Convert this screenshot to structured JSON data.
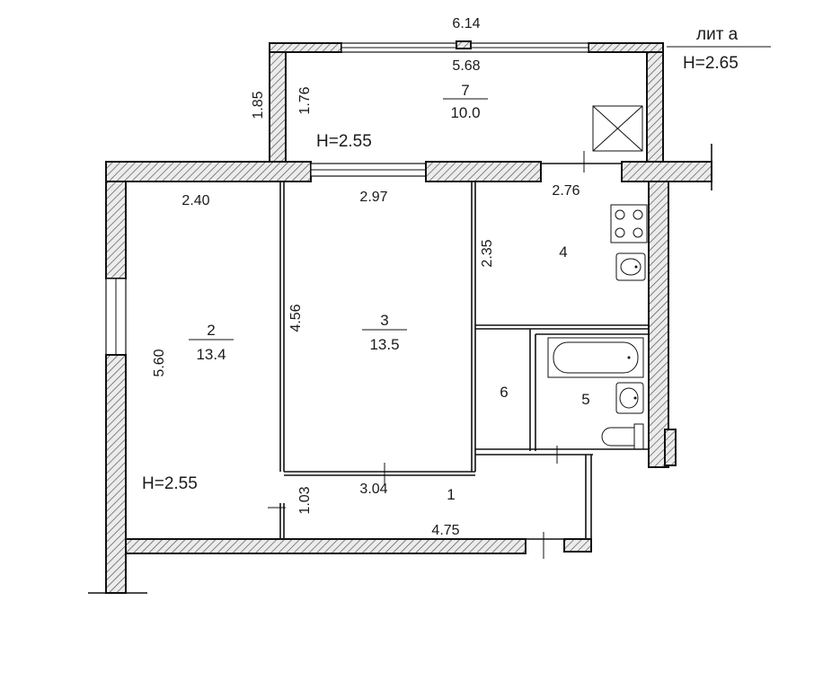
{
  "lit": {
    "label": "лит а",
    "height": "H=2.65"
  },
  "heights": {
    "balcony": "H=2.55",
    "main": "H=2.55"
  },
  "rooms": [
    {
      "num": "1",
      "area": ""
    },
    {
      "num": "2",
      "area": "13.4"
    },
    {
      "num": "3",
      "area": "13.5"
    },
    {
      "num": "4",
      "area": ""
    },
    {
      "num": "5",
      "area": ""
    },
    {
      "num": "6",
      "area": ""
    },
    {
      "num": "7",
      "area": "10.0"
    }
  ],
  "dimensions": {
    "balcony_outer_width": "6.14",
    "balcony_inner_width": "5.68",
    "balcony_outer_depth": "1.85",
    "balcony_inner_depth": "1.76",
    "room2_width": "2.40",
    "room3_width": "2.97",
    "room4_width": "2.76",
    "room4_depth": "2.35",
    "room2_depth": "5.60",
    "room3_depth": "4.56",
    "hall_width": "3.04",
    "hall_depth": "1.03",
    "hall_length": "4.75"
  }
}
